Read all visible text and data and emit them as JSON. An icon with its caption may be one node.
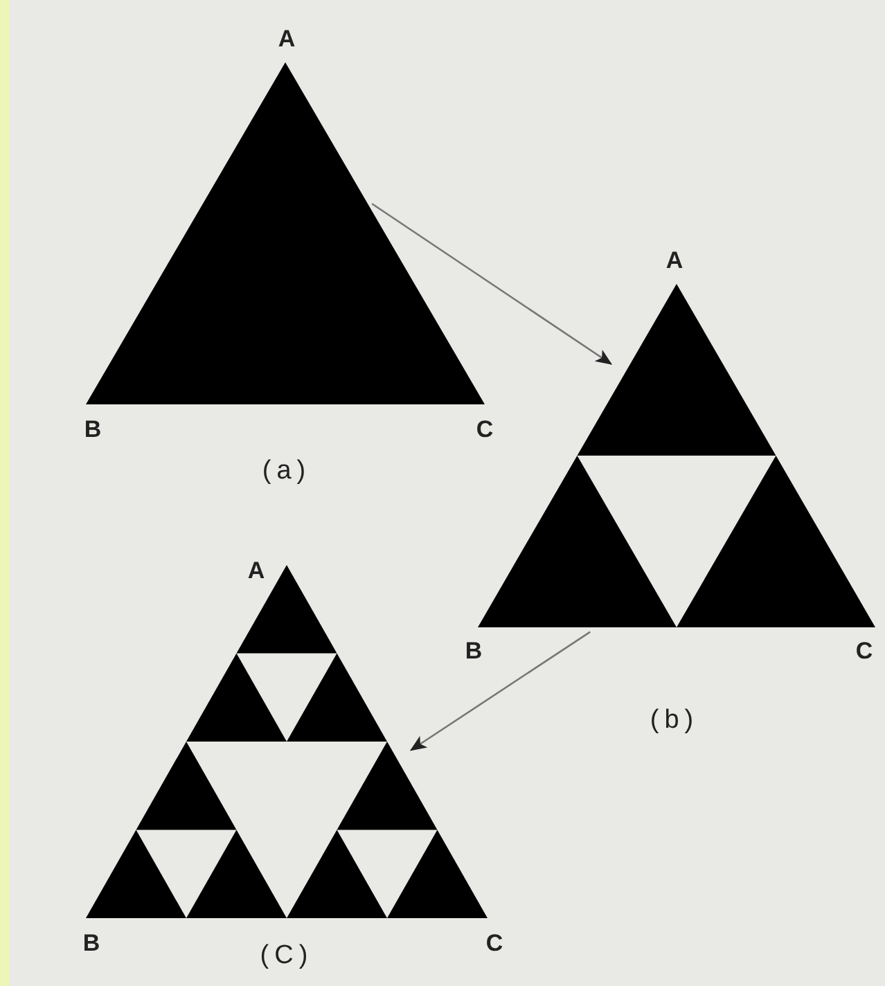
{
  "diagram": {
    "nodes": [
      {
        "text": [],
        "shape": "triangle",
        "beside": [
          "(a)"
        ]
      },
      {
        "text": [],
        "shape": "triangle",
        "beside": [
          "(b)"
        ]
      },
      {
        "text": [],
        "shape": "triangle",
        "beside": [
          "(C)"
        ]
      }
    ],
    "edges": [
      {
        "from": 0,
        "to": 1,
        "arrow": "to"
      },
      {
        "from": 1,
        "to": 2,
        "arrow": "to"
      }
    ],
    "labels": [
      "A",
      "B",
      "C",
      "A",
      "B",
      "C",
      "A",
      "B",
      "C"
    ]
  }
}
